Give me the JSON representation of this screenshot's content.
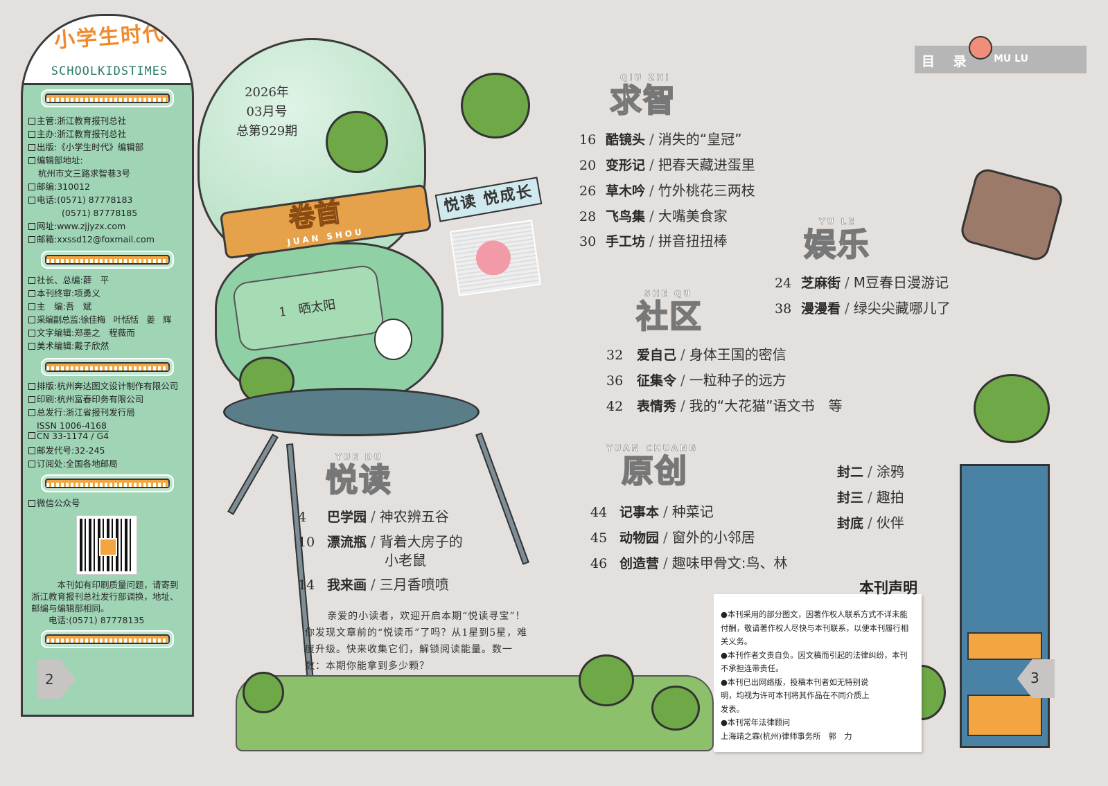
{
  "header": {
    "title_cn": "目 录",
    "title_en": "MU LU"
  },
  "logo": {
    "main": "小学生时代",
    "sub": "SCHOOLKIDSTIMES"
  },
  "masthead": {
    "block1": [
      "主管:浙江教育报刊总社",
      "主办:浙江教育报刊总社",
      "出版:《小学生时代》编辑部",
      "编辑部地址:",
      "杭州市文三路求智巷3号",
      "邮编:310012",
      "电话:(0571) 87778183",
      "(0571) 87778185",
      "网址:www.zjjyzx.com",
      "邮箱:xxssd12@foxmail.com"
    ],
    "block2": [
      "社长、总编:薛　平",
      "本刊终审:项勇义",
      "主　编:吾　斌",
      "采编副总监:徐佳梅　叶恬恬　姜　辉",
      "文字编辑:郑墨之　程薇而",
      "美术编辑:戴子欣然"
    ],
    "block3": [
      "排版:杭州奔达图文设计制作有限公司",
      "印刷:杭州富春印务有限公司",
      "总发行:浙江省报刊发行局"
    ],
    "issn": "ISSN 1006-4168",
    "cn": "CN 33-1174 / G4",
    "block4": [
      "邮发代号:32-245",
      "订阅处:全国各地邮局"
    ],
    "wechat": "微信公众号",
    "notice": "本刊如有印刷质量问题，请寄到浙江教育报刊总社发行部调换，地址、邮编与编辑部相同。",
    "notice_phone": "电话:(0571) 87778135"
  },
  "issue": {
    "year": "2026年",
    "month": "03月号",
    "total": "总第929期"
  },
  "juanshou": {
    "title": "卷首",
    "pinyin": "JUAN SHOU",
    "page": "1",
    "article": "晒太阳"
  },
  "flag": "悦读 悦成长",
  "sections": [
    {
      "id": "qiuzhi",
      "title": "求智",
      "pinyin": "QIU ZHI",
      "items": [
        {
          "page": "16",
          "column": "酷镜头",
          "title": "消失的“皇冠”"
        },
        {
          "page": "20",
          "column": "变形记",
          "title": "把春天藏进蛋里"
        },
        {
          "page": "26",
          "column": "草木吟",
          "title": "竹外桃花三两枝"
        },
        {
          "page": "28",
          "column": "飞鸟集",
          "title": "大嘴美食家"
        },
        {
          "page": "30",
          "column": "手工坊",
          "title": "拼音扭扭棒"
        }
      ]
    },
    {
      "id": "yule",
      "title": "娱乐",
      "pinyin": "YU LE",
      "items": [
        {
          "page": "24",
          "column": "芝麻街",
          "title": "M豆春日漫游记"
        },
        {
          "page": "38",
          "column": "漫漫看",
          "title": "绿尖尖藏哪儿了"
        }
      ]
    },
    {
      "id": "shequ",
      "title": "社区",
      "pinyin": "SHE QU",
      "items": [
        {
          "page": "32",
          "column": "爱自己",
          "title": "身体王国的密信"
        },
        {
          "page": "36",
          "column": "征集令",
          "title": "一粒种子的远方"
        },
        {
          "page": "42",
          "column": "表情秀",
          "title": "我的“大花猫”语文书　等"
        }
      ]
    },
    {
      "id": "yuanchuang",
      "title": "原创",
      "pinyin": "YUAN CHUANG",
      "items": [
        {
          "page": "44",
          "column": "记事本",
          "title": "种菜记"
        },
        {
          "page": "45",
          "column": "动物园",
          "title": "窗外的小邻居"
        },
        {
          "page": "46",
          "column": "创造营",
          "title": "趣味甲骨文:鸟、林"
        }
      ]
    },
    {
      "id": "yuedu",
      "title": "悦读",
      "pinyin": "YUE DU",
      "items": [
        {
          "page": "4",
          "column": "巴学园",
          "title": "神农辨五谷"
        },
        {
          "page": "10",
          "column": "漂流瓶",
          "title": "背着大房子的",
          "title2": "小老鼠"
        },
        {
          "page": "14",
          "column": "我来画",
          "title": "三月香喷喷"
        }
      ]
    }
  ],
  "covers": [
    {
      "column": "封二",
      "title": "涂鸦"
    },
    {
      "column": "封三",
      "title": "趣拍"
    },
    {
      "column": "封底",
      "title": "伙伴"
    }
  ],
  "intro": "亲爱的小读者，欢迎开启本期“悦读寻宝”！你发现文章前的“悦读币”了吗？从1星到5星，难度升级。快来收集它们，解锁阅读能量。数一数：本期你能拿到多少颗？",
  "statement": {
    "title": "本刊声明",
    "items": [
      "●本刊采用的部分图文，因著作权人联系方式不详未能付酬，敬请著作权人尽快与本刊联系，以便本刊履行相关义务。",
      "●本刊作者文责自负。因文稿而引起的法律纠纷，本刊不承担连带责任。",
      "●本刊已出网络版，投稿本刊者如无特别说明，均视为许可本刊将其作品在不同介质上发表。",
      "●本刊常年法律顾问"
    ],
    "lawyer": "上海靖之霖(杭州)律师事务所　郭　力"
  },
  "pages": {
    "left": "2",
    "right": "3"
  },
  "colors": {
    "panel": "#9fd4b5",
    "accent": "#f2a541",
    "background": "#e4e0dd"
  }
}
